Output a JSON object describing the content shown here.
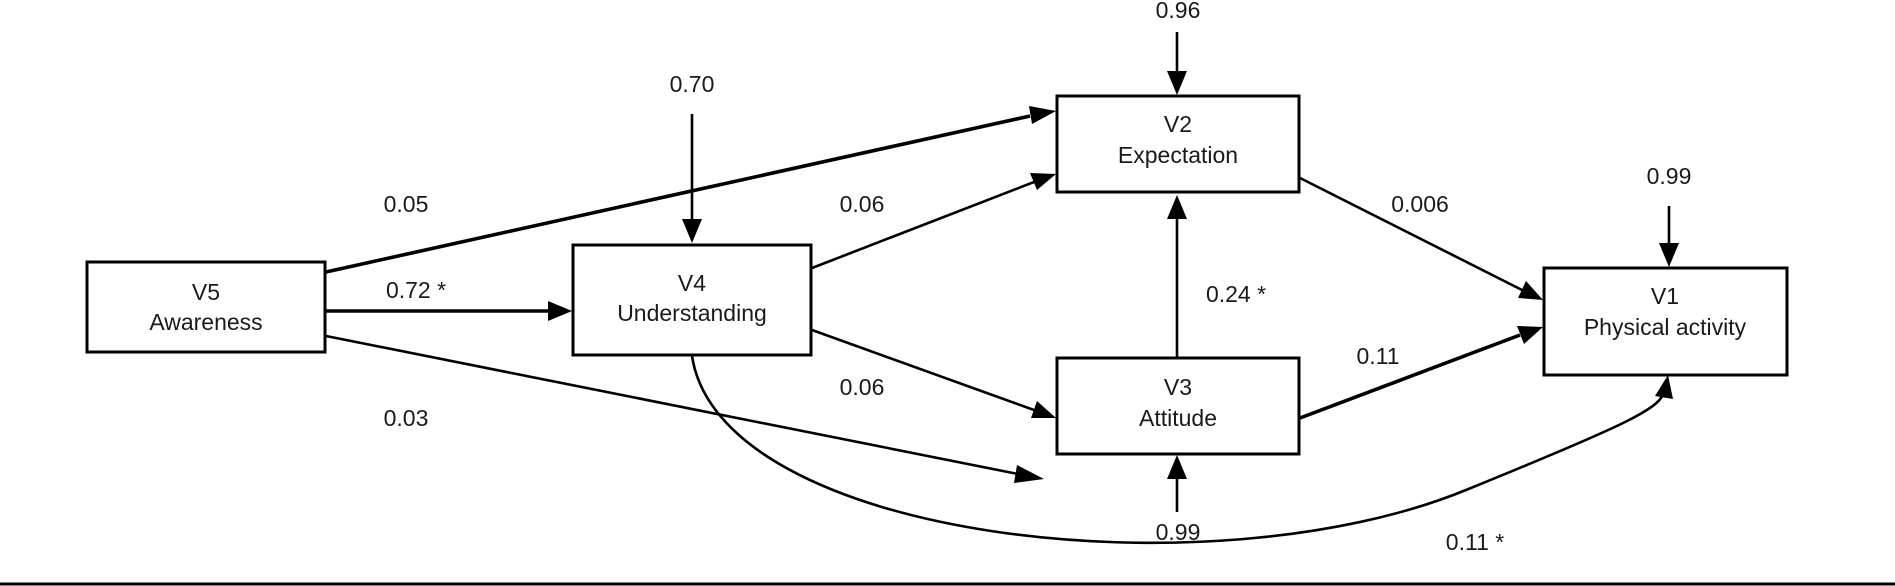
{
  "nodes": [
    {
      "id": "v5",
      "code": "V5",
      "label": "Awareness"
    },
    {
      "id": "v4",
      "code": "V4",
      "label": "Understanding"
    },
    {
      "id": "v2",
      "code": "V2",
      "label": "Expectation"
    },
    {
      "id": "v3",
      "code": "V3",
      "label": "Attitude"
    },
    {
      "id": "v1",
      "code": "V1",
      "label": "Physical activity"
    }
  ],
  "paths": [
    {
      "id": "v5-v2",
      "from": "V5",
      "to": "V2",
      "coefficient": "0.05"
    },
    {
      "id": "v5-v4",
      "from": "V5",
      "to": "V4",
      "coefficient": "0.72 *"
    },
    {
      "id": "v5-v3",
      "from": "V5",
      "to": "V3",
      "coefficient": "0.03"
    },
    {
      "id": "v4-v2",
      "from": "V4",
      "to": "V2",
      "coefficient": "0.06"
    },
    {
      "id": "v4-v3",
      "from": "V4",
      "to": "V3",
      "coefficient": "0.06"
    },
    {
      "id": "v3-v2",
      "from": "V3",
      "to": "V2",
      "coefficient": "0.24 *"
    },
    {
      "id": "v2-v1",
      "from": "V2",
      "to": "V1",
      "coefficient": "0.006"
    },
    {
      "id": "v3-v1",
      "from": "V3",
      "to": "V1",
      "coefficient": "0.11"
    },
    {
      "id": "v4-v1",
      "from": "V4",
      "to": "V1",
      "coefficient": "0.11 *"
    }
  ],
  "disturbances": [
    {
      "id": "e2",
      "target": "V2",
      "value": "0.96"
    },
    {
      "id": "e4",
      "target": "V4",
      "value": "0.70"
    },
    {
      "id": "e1",
      "target": "V1",
      "value": "0.99"
    },
    {
      "id": "e3",
      "target": "V3",
      "value": "0.99"
    }
  ]
}
